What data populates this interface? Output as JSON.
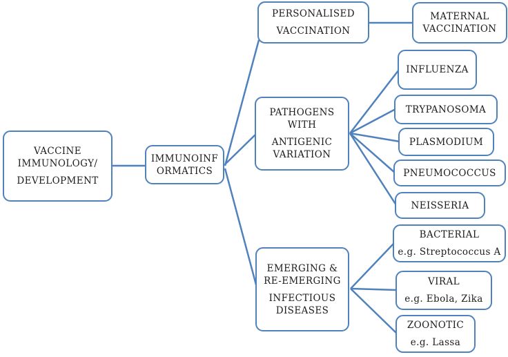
{
  "colors": {
    "box_border": "#4f81bd",
    "connector": "#4f81bd",
    "box_fill": "#ffffff",
    "text": "#1c1c1c",
    "background": "#ffffff"
  },
  "nodes": {
    "root": {
      "lines": [
        "VACCINE",
        "IMMUNOLOGY/",
        "DEVELOPMENT"
      ]
    },
    "immunoinformatics": {
      "lines": [
        "IMMUNOINF",
        "ORMATICS"
      ]
    },
    "personalised_vaccination": {
      "lines": [
        "PERSONALISED",
        "VACCINATION"
      ]
    },
    "maternal_vaccination": {
      "lines": [
        "MATERNAL",
        "VACCINATION"
      ]
    },
    "pathogens_antigenic_variation": {
      "lines": [
        "PATHOGENS",
        "WITH",
        "ANTIGENIC",
        "VARIATION"
      ]
    },
    "influenza": {
      "lines": [
        "INFLUENZA"
      ]
    },
    "trypanosoma": {
      "lines": [
        "TRYPANOSOMA"
      ]
    },
    "plasmodium": {
      "lines": [
        "PLASMODIUM"
      ]
    },
    "pneumococcus": {
      "lines": [
        "PNEUMOCOCCUS"
      ]
    },
    "neisseria": {
      "lines": [
        "NEISSERIA"
      ]
    },
    "emerging_diseases": {
      "lines": [
        "EMERGING &",
        "RE-EMERGING",
        "INFECTIOUS",
        "DISEASES"
      ]
    },
    "bacterial": {
      "lines": [
        "BACTERIAL",
        "e.g. Streptococcus A"
      ]
    },
    "viral": {
      "lines": [
        "VIRAL",
        "e.g. Ebola, Zika"
      ]
    },
    "zoonotic": {
      "lines": [
        "ZOONOTIC",
        "e.g. Lassa"
      ]
    }
  }
}
